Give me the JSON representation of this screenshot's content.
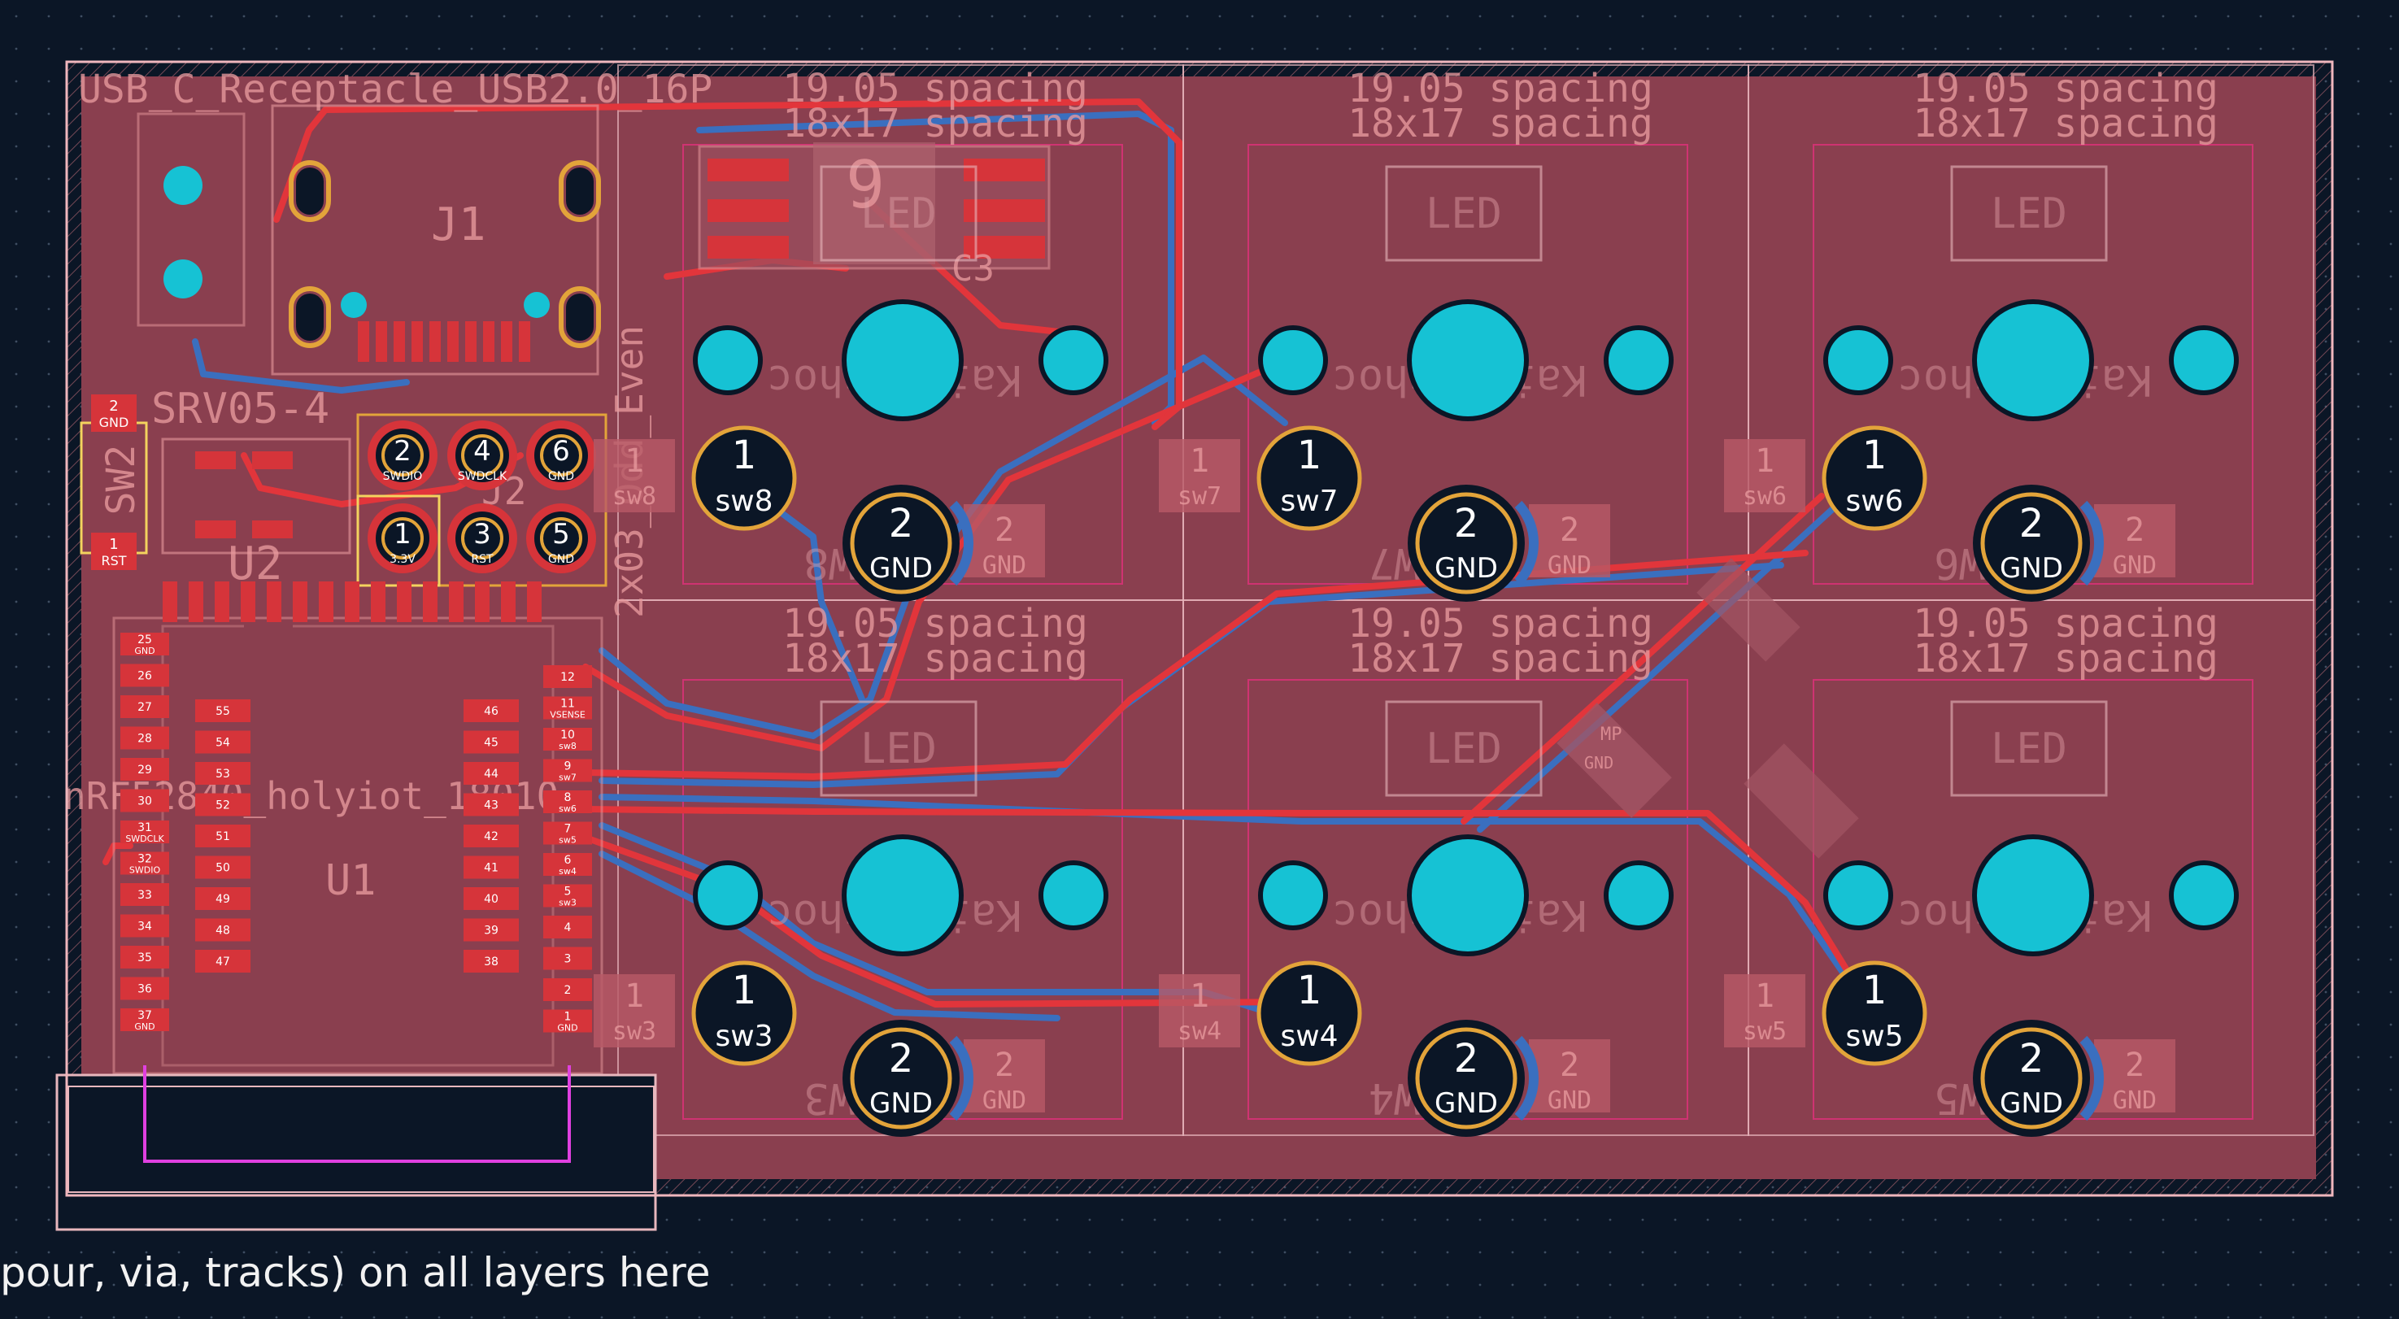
{
  "board": {
    "top_note": "USB_C_Receptacle_USB2.0_16P",
    "keepout_note": "pour, via, tracks) on all layers here",
    "mcu_ref": "U1",
    "mcu_value": "nRF52840_holyiot_18010",
    "usb_ref": "J1",
    "header_value": "2x03_Odd_Even",
    "header_ref": "J2",
    "esd_value": "SRV05-4",
    "esd_ref": "U2",
    "reset_switch": "SW2",
    "cap_ref": "C3",
    "regulator_pin_label": "9"
  },
  "colors": {
    "background": "#0b1626",
    "copper_pour": "#8a3f4f",
    "front_track": "#e2353b",
    "back_track": "#3a6fbf",
    "pad_copper": "#d6343a",
    "through_hole": "#16c2d4",
    "silkscreen": "#e89a9e",
    "annular_ring": "#e3a43a",
    "edge_cuts": "#f0b7bd",
    "courtyard": "#e0317a"
  },
  "keys": [
    {
      "ref": "sw8",
      "pad1": "1",
      "pad2": "2",
      "net": "GND",
      "spacing1": "19.05 spacing",
      "spacing2": "18x17 spacing",
      "led": "LED",
      "footprint": "Kailh_choc",
      "back_ref": "SW8"
    },
    {
      "ref": "sw7",
      "pad1": "1",
      "pad2": "2",
      "net": "GND",
      "spacing1": "19.05 spacing",
      "spacing2": "18x17 spacing",
      "led": "LED",
      "footprint": "Kailh_choc",
      "back_ref": "SW7"
    },
    {
      "ref": "sw6",
      "pad1": "1",
      "pad2": "2",
      "net": "GND",
      "spacing1": "19.05 spacing",
      "spacing2": "18x17 spacing",
      "led": "LED",
      "footprint": "Kailh_choc",
      "back_ref": "SW6"
    },
    {
      "ref": "sw3",
      "pad1": "1",
      "pad2": "2",
      "net": "GND",
      "spacing1": "19.05 spacing",
      "spacing2": "18x17 spacing",
      "led": "LED",
      "footprint": "Kailh_choc",
      "back_ref": "SW3"
    },
    {
      "ref": "sw4",
      "pad1": "1",
      "pad2": "2",
      "net": "GND",
      "spacing1": "19.05 spacing",
      "spacing2": "18x17 spacing",
      "led": "LED",
      "footprint": "Kailh_choc",
      "back_ref": "SW4"
    },
    {
      "ref": "sw5",
      "pad1": "1",
      "pad2": "2",
      "net": "GND",
      "spacing1": "19.05 spacing",
      "spacing2": "18x17 spacing",
      "led": "LED",
      "footprint": "Kailh_choc",
      "back_ref": "SW5"
    }
  ],
  "header_pins": [
    {
      "num": "2",
      "label": "SWDIO"
    },
    {
      "num": "4",
      "label": "SWDCLK"
    },
    {
      "num": "6",
      "label": "GND"
    },
    {
      "num": "1",
      "label": "3.3V"
    },
    {
      "num": "3",
      "label": "RST"
    },
    {
      "num": "5",
      "label": "GND"
    }
  ],
  "mcu_left_pins": [
    {
      "num": "25",
      "net": "GND"
    },
    {
      "num": "26",
      "net": ""
    },
    {
      "num": "27",
      "net": ""
    },
    {
      "num": "28",
      "net": ""
    },
    {
      "num": "29",
      "net": ""
    },
    {
      "num": "30",
      "net": ""
    },
    {
      "num": "31",
      "net": "SWDCLK"
    },
    {
      "num": "32",
      "net": "SWDIO"
    },
    {
      "num": "33",
      "net": ""
    },
    {
      "num": "34",
      "net": ""
    },
    {
      "num": "35",
      "net": ""
    },
    {
      "num": "36",
      "net": ""
    },
    {
      "num": "37",
      "net": "GND"
    }
  ],
  "mcu_right_pins": [
    {
      "num": "12",
      "net": ""
    },
    {
      "num": "11",
      "net": "VSENSE"
    },
    {
      "num": "10",
      "net": "sw8"
    },
    {
      "num": "9",
      "net": "sw7"
    },
    {
      "num": "8",
      "net": "sw6"
    },
    {
      "num": "7",
      "net": "sw5"
    },
    {
      "num": "6",
      "net": "sw4"
    },
    {
      "num": "5",
      "net": "sw3"
    },
    {
      "num": "4",
      "net": ""
    },
    {
      "num": "3",
      "net": ""
    },
    {
      "num": "2",
      "net": ""
    },
    {
      "num": "1",
      "net": "GND"
    }
  ],
  "mcu_inner_col1": [
    "55",
    "54",
    "53",
    "52",
    "51",
    "50",
    "49",
    "48",
    "47"
  ],
  "mcu_inner_col2": [
    "46",
    "45",
    "44",
    "43",
    "42",
    "41",
    "40",
    "39",
    "38"
  ],
  "sw2_pads": [
    {
      "num": "2",
      "net": "GND"
    },
    {
      "num": "1",
      "net": "RST"
    }
  ],
  "mp_pad": {
    "label": "MP",
    "net": "GND"
  }
}
